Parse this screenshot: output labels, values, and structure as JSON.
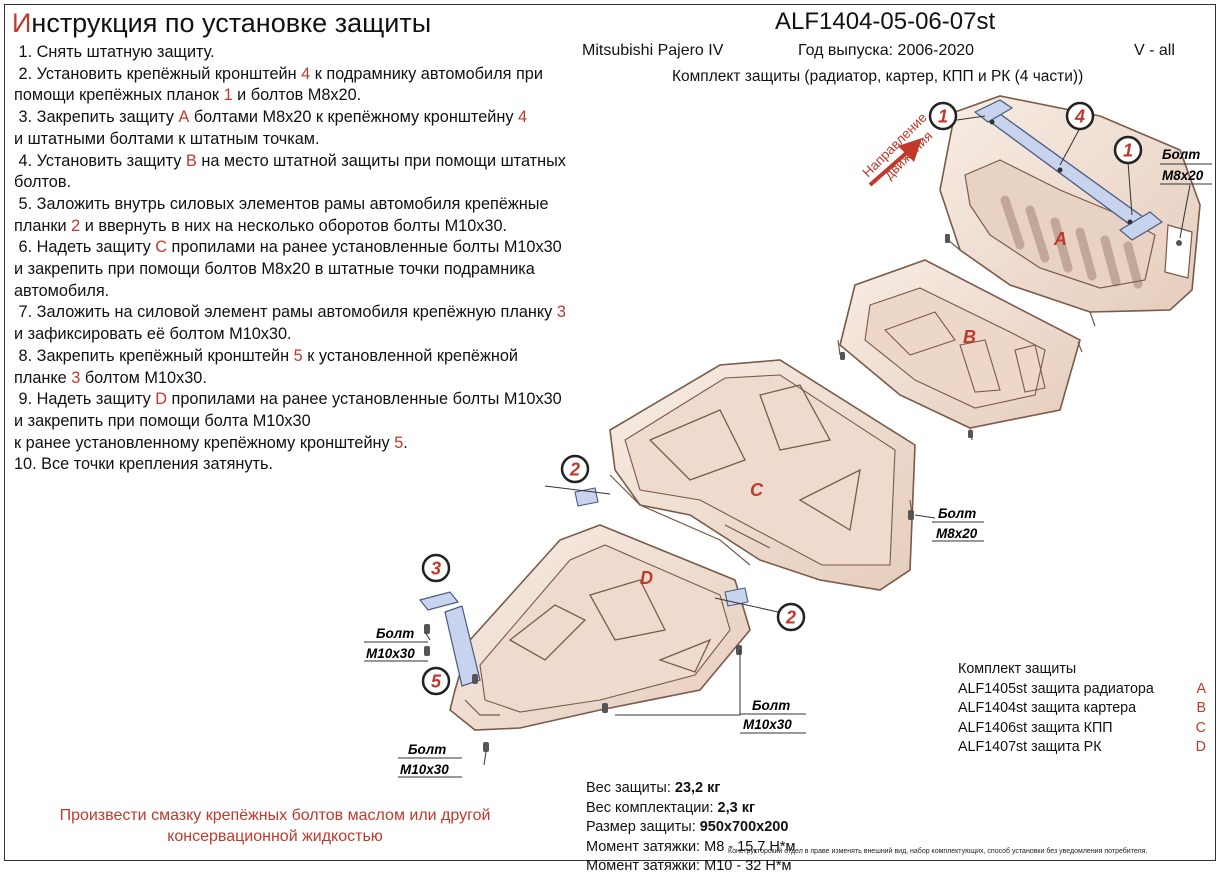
{
  "title": {
    "first_letter": "И",
    "rest": "нструкция по установке защиты"
  },
  "code": "ALF1404-05-06-07st",
  "car": {
    "model": "Mitsubishi Pajero IV",
    "year": "Год выпуска: 2006-2020",
    "variant": "V - all"
  },
  "kit": "Комплект защиты (радиатор, картер, КПП и РК (4 части))",
  "steps": [
    {
      "n": "1.",
      "parts": [
        "Снять штатную защиту."
      ]
    },
    {
      "n": "2.",
      "parts": [
        "Установить крепёжный кронштейн ",
        "4",
        " к подрамнику автомобиля при помощи крепёжных планок ",
        "1",
        " и болтов М8х20."
      ]
    },
    {
      "n": "3.",
      "parts": [
        "Закрепить защиту ",
        "А",
        " болтами М8х20 к крепёжному кронштейну ",
        "4",
        "\nи штатными болтами к штатным точкам."
      ]
    },
    {
      "n": "4.",
      "parts": [
        "Установить защиту ",
        "В",
        " на место штатной защиты при помощи штатных болтов."
      ]
    },
    {
      "n": "5.",
      "parts": [
        "Заложить внутрь силовых элементов рамы автомобиля крепёжные планки ",
        "2",
        " и ввернуть в них на несколько оборотов болты М10х30."
      ]
    },
    {
      "n": "6.",
      "parts": [
        "Надеть защиту ",
        "С",
        " пропилами на ранее установленные болты М10х30 и закрепить при помощи болтов М8х20 в штатные точки подрамника автомобиля."
      ]
    },
    {
      "n": "7.",
      "parts": [
        "Заложить на силовой элемент рамы автомобиля крепёжную планку ",
        "3",
        " и зафиксировать её болтом М10х30."
      ]
    },
    {
      "n": "8.",
      "parts": [
        "Закрепить крепёжный кронштейн ",
        "5",
        " к установленной крепёжной планке ",
        "3",
        " болтом М10х30."
      ]
    },
    {
      "n": "9.",
      "parts": [
        "Надеть защиту ",
        "D",
        " пропилами на ранее установленные болты М10х30 и закрепить при помощи болта М10х30\nк ранее установленному крепёжному кронштейну ",
        "5",
        "."
      ]
    },
    {
      "n": "10.",
      "parts": [
        "Все точки крепления затянуть."
      ]
    }
  ],
  "grease_note": "Произвести смазку крепёжных болтов маслом или другой консервационной жидкостью",
  "specs": [
    {
      "label": "Вес защиты: ",
      "value": "23,2 кг"
    },
    {
      "label": "Вес комплектации: ",
      "value": "2,3 кг"
    },
    {
      "label": "Размер защиты: ",
      "value": "950х700х200"
    },
    {
      "label": "Момент затяжки: ",
      "value": "М8 - 15,7 Н*м"
    },
    {
      "label": "Момент затяжки: ",
      "value": "М10 - 32 Н*м"
    }
  ],
  "legend": {
    "title": "Комплект защиты",
    "items": [
      {
        "name": "ALF1405st защита радиатора",
        "letter": "A"
      },
      {
        "name": "ALF1404st защита картера",
        "letter": "B"
      },
      {
        "name": "ALF1406st защита КПП",
        "letter": "C"
      },
      {
        "name": "ALF1407st защита РК",
        "letter": "D"
      }
    ]
  },
  "disclaimer": "Конструкторский отдел в праве изменять внешний вид, набор комплектующих, способ установки без уведомления потребителя.",
  "diagram": {
    "direction_label_1": "Направление",
    "direction_label_2": "движения",
    "part_letters": [
      "A",
      "B",
      "C",
      "D"
    ],
    "callouts": [
      "1",
      "4",
      "1",
      "2",
      "2",
      "3",
      "5"
    ],
    "bolt_word": "Болт",
    "bolt_m8": "M8x20",
    "bolt_m10": "M10x30"
  },
  "colors": {
    "accent_red": "#c0392b",
    "plate_fill": "#f3e4d8",
    "plate_stroke": "#7a5a48",
    "bracket_fill": "#c8d4ee"
  }
}
